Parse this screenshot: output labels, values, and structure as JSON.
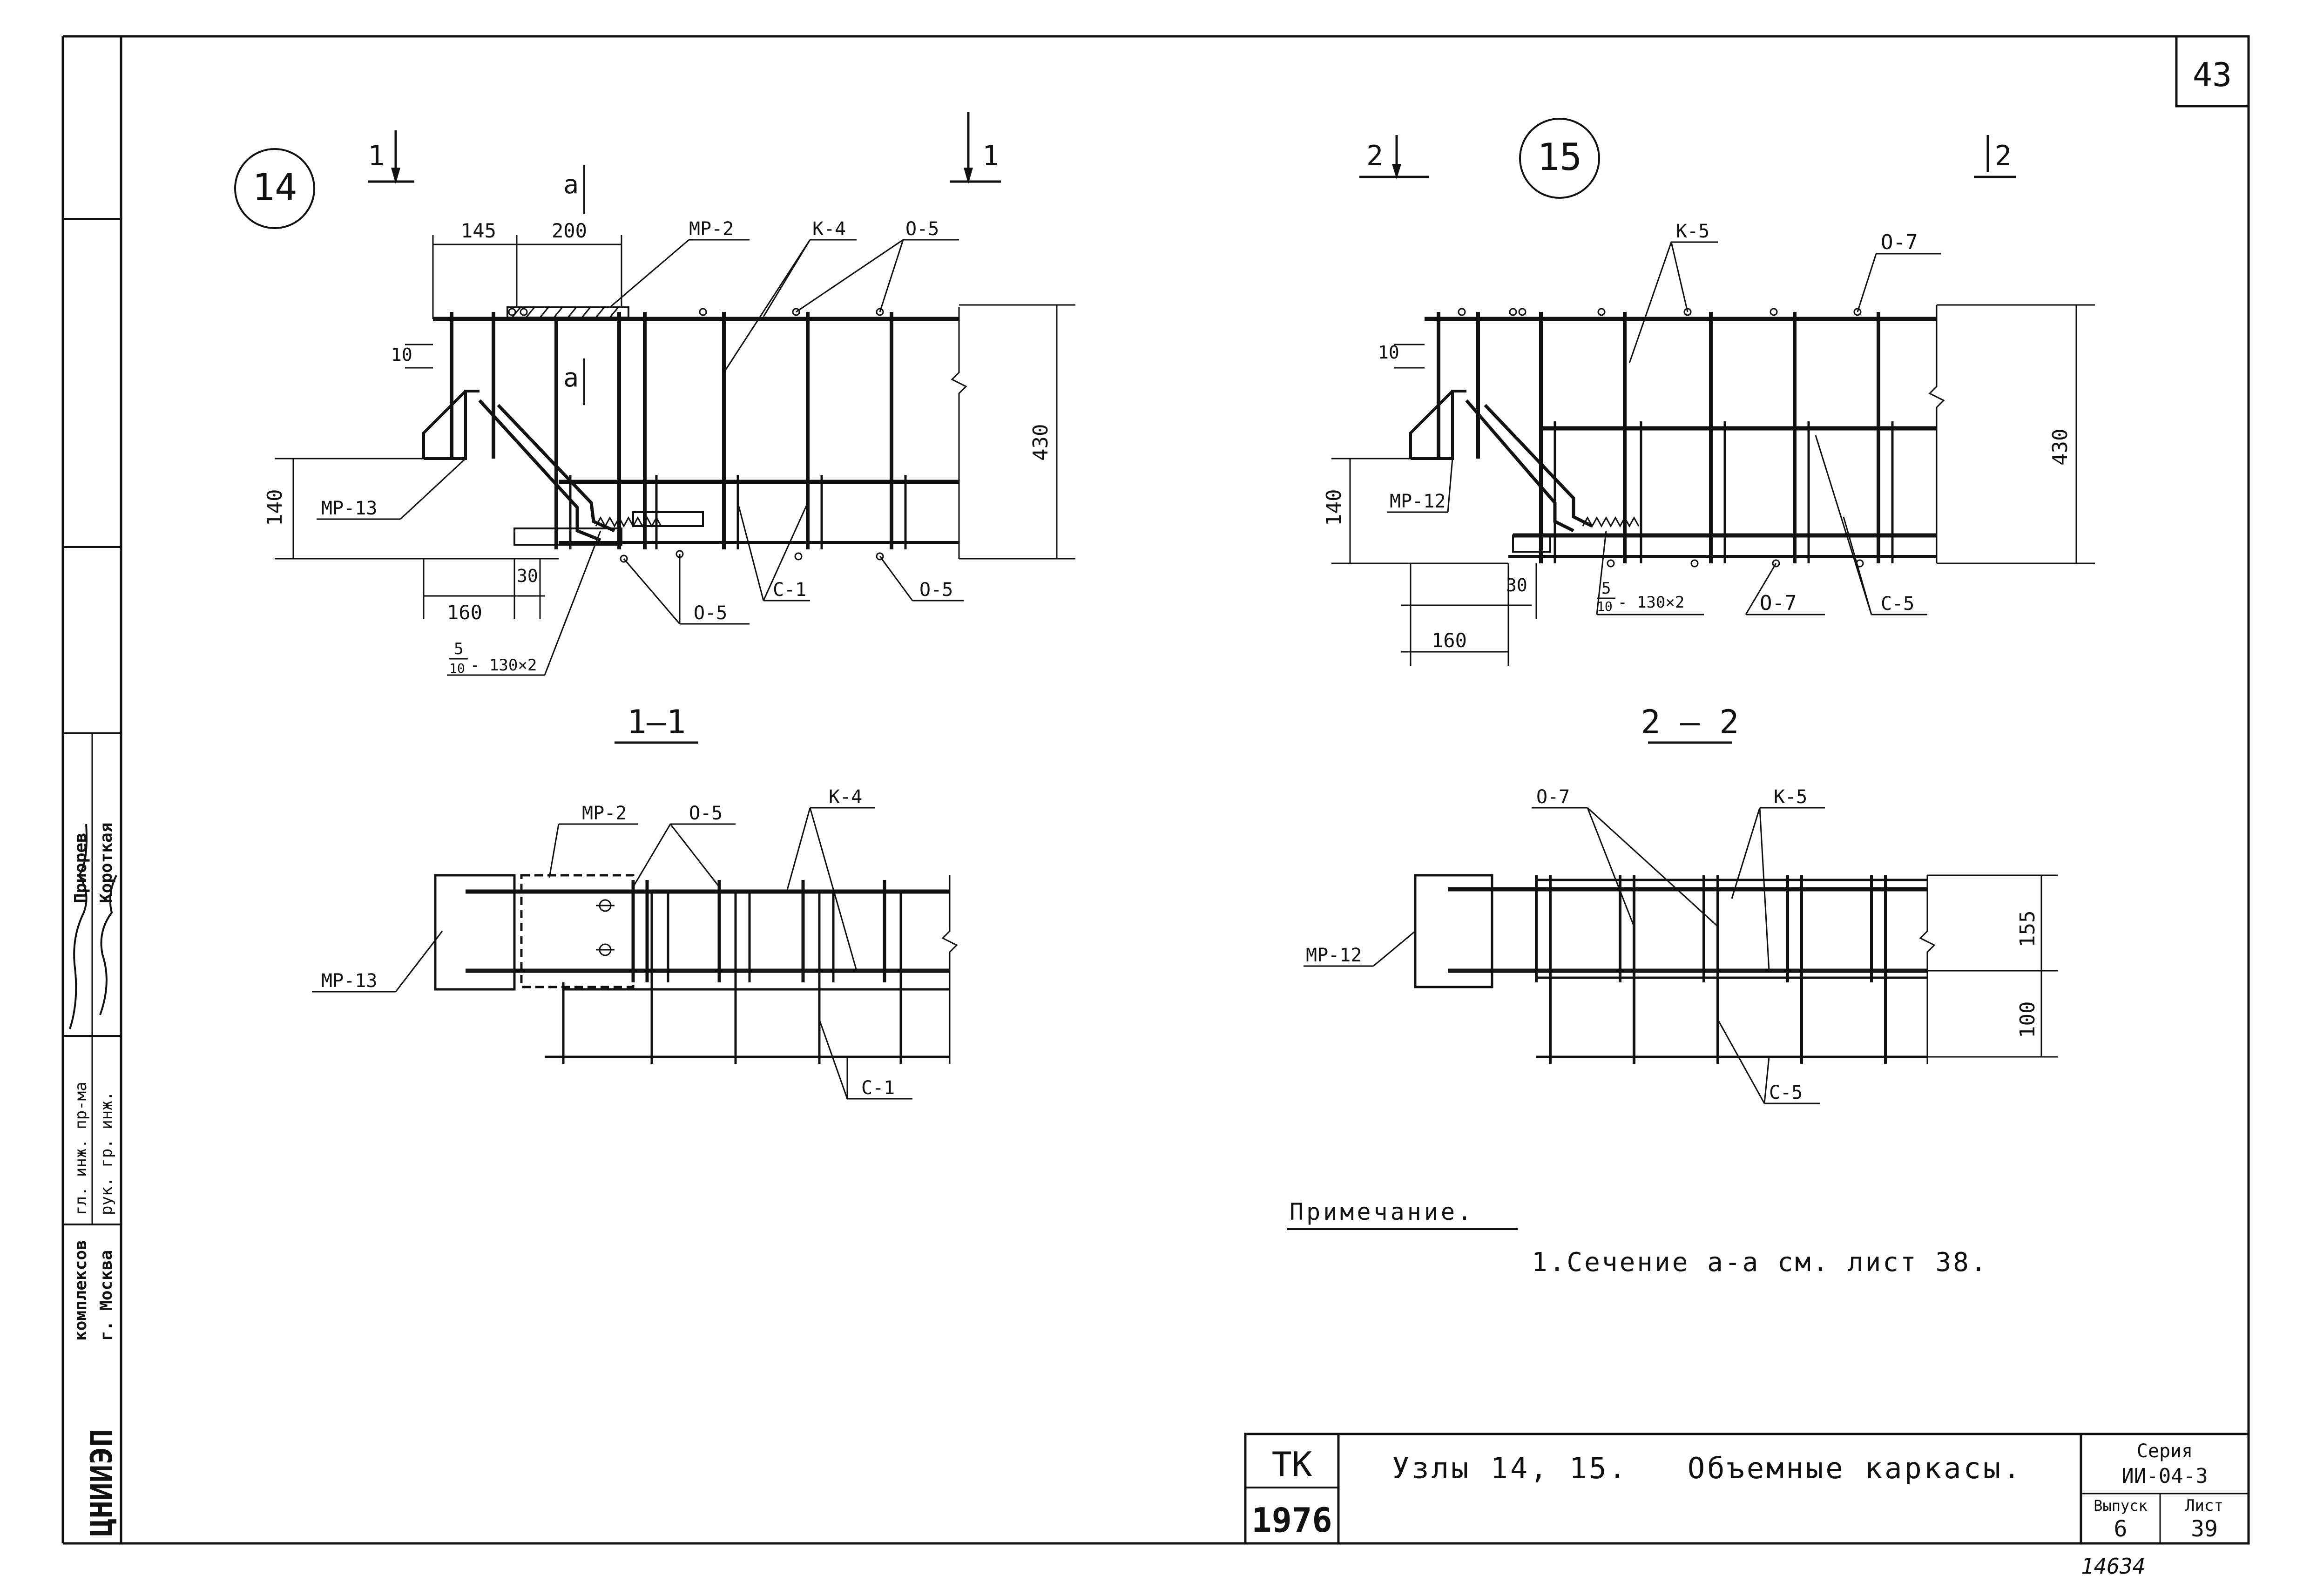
{
  "sheet_number": "43",
  "archive_number": "14634",
  "left_strip": {
    "org": "ЦНИИЭП",
    "org2": "комплексов",
    "city": "г. Москва",
    "role1": "гл. инж. пр-ма",
    "role2": "рук. гр. инж.",
    "name1": "Приорев",
    "name2": "Короткая"
  },
  "node14": {
    "marker": "14",
    "cut_left": "1",
    "cut_right": "1",
    "cut_a_top": "a",
    "cut_a_mid": "a",
    "dims": [
      "145",
      "200",
      "10",
      "140",
      "430",
      "30",
      "160"
    ],
    "labels": {
      "mp2": "МР-2",
      "k4": "К-4",
      "o5_top": "О-5",
      "mp13": "МР-13",
      "o5_bot": "О-5",
      "c1": "С-1",
      "o5_right": "О-5",
      "weld_num": "5",
      "weld_den": "10",
      "weld_tail": "- 130×2"
    }
  },
  "node15": {
    "marker": "15",
    "cut_left": "2",
    "cut_right": "2",
    "dims": [
      "10",
      "140",
      "430",
      "30",
      "160"
    ],
    "labels": {
      "k5": "К-5",
      "o7_top": "О-7",
      "mp12": "МР-12",
      "weld_num": "5",
      "weld_den": "10",
      "weld_tail": "- 130×2",
      "o7_bot": "О-7",
      "c5": "С-5"
    }
  },
  "section11": {
    "title": "1—1",
    "labels": {
      "mp2": "МР-2",
      "o5": "О-5",
      "k4": "К-4",
      "mp13": "МР-13",
      "c1": "С-1"
    }
  },
  "section22": {
    "title": "2 — 2",
    "labels": {
      "o7": "О-7",
      "k5": "К-5",
      "mp12": "МР-12",
      "c5": "С-5"
    },
    "dims": [
      "155",
      "100"
    ]
  },
  "note": {
    "heading": "Примечание.",
    "line1": "1.Сечение а-а  см. лист 38."
  },
  "title_block": {
    "tk": "ТК",
    "year": "1976",
    "title": "Узлы 14, 15.   Объемные каркасы.",
    "series_label": "Серия",
    "series_value": "ИИ-04-3",
    "issue_label": "Выпуск",
    "issue_value": "6",
    "sheet_label": "Лист",
    "sheet_value": "39"
  }
}
